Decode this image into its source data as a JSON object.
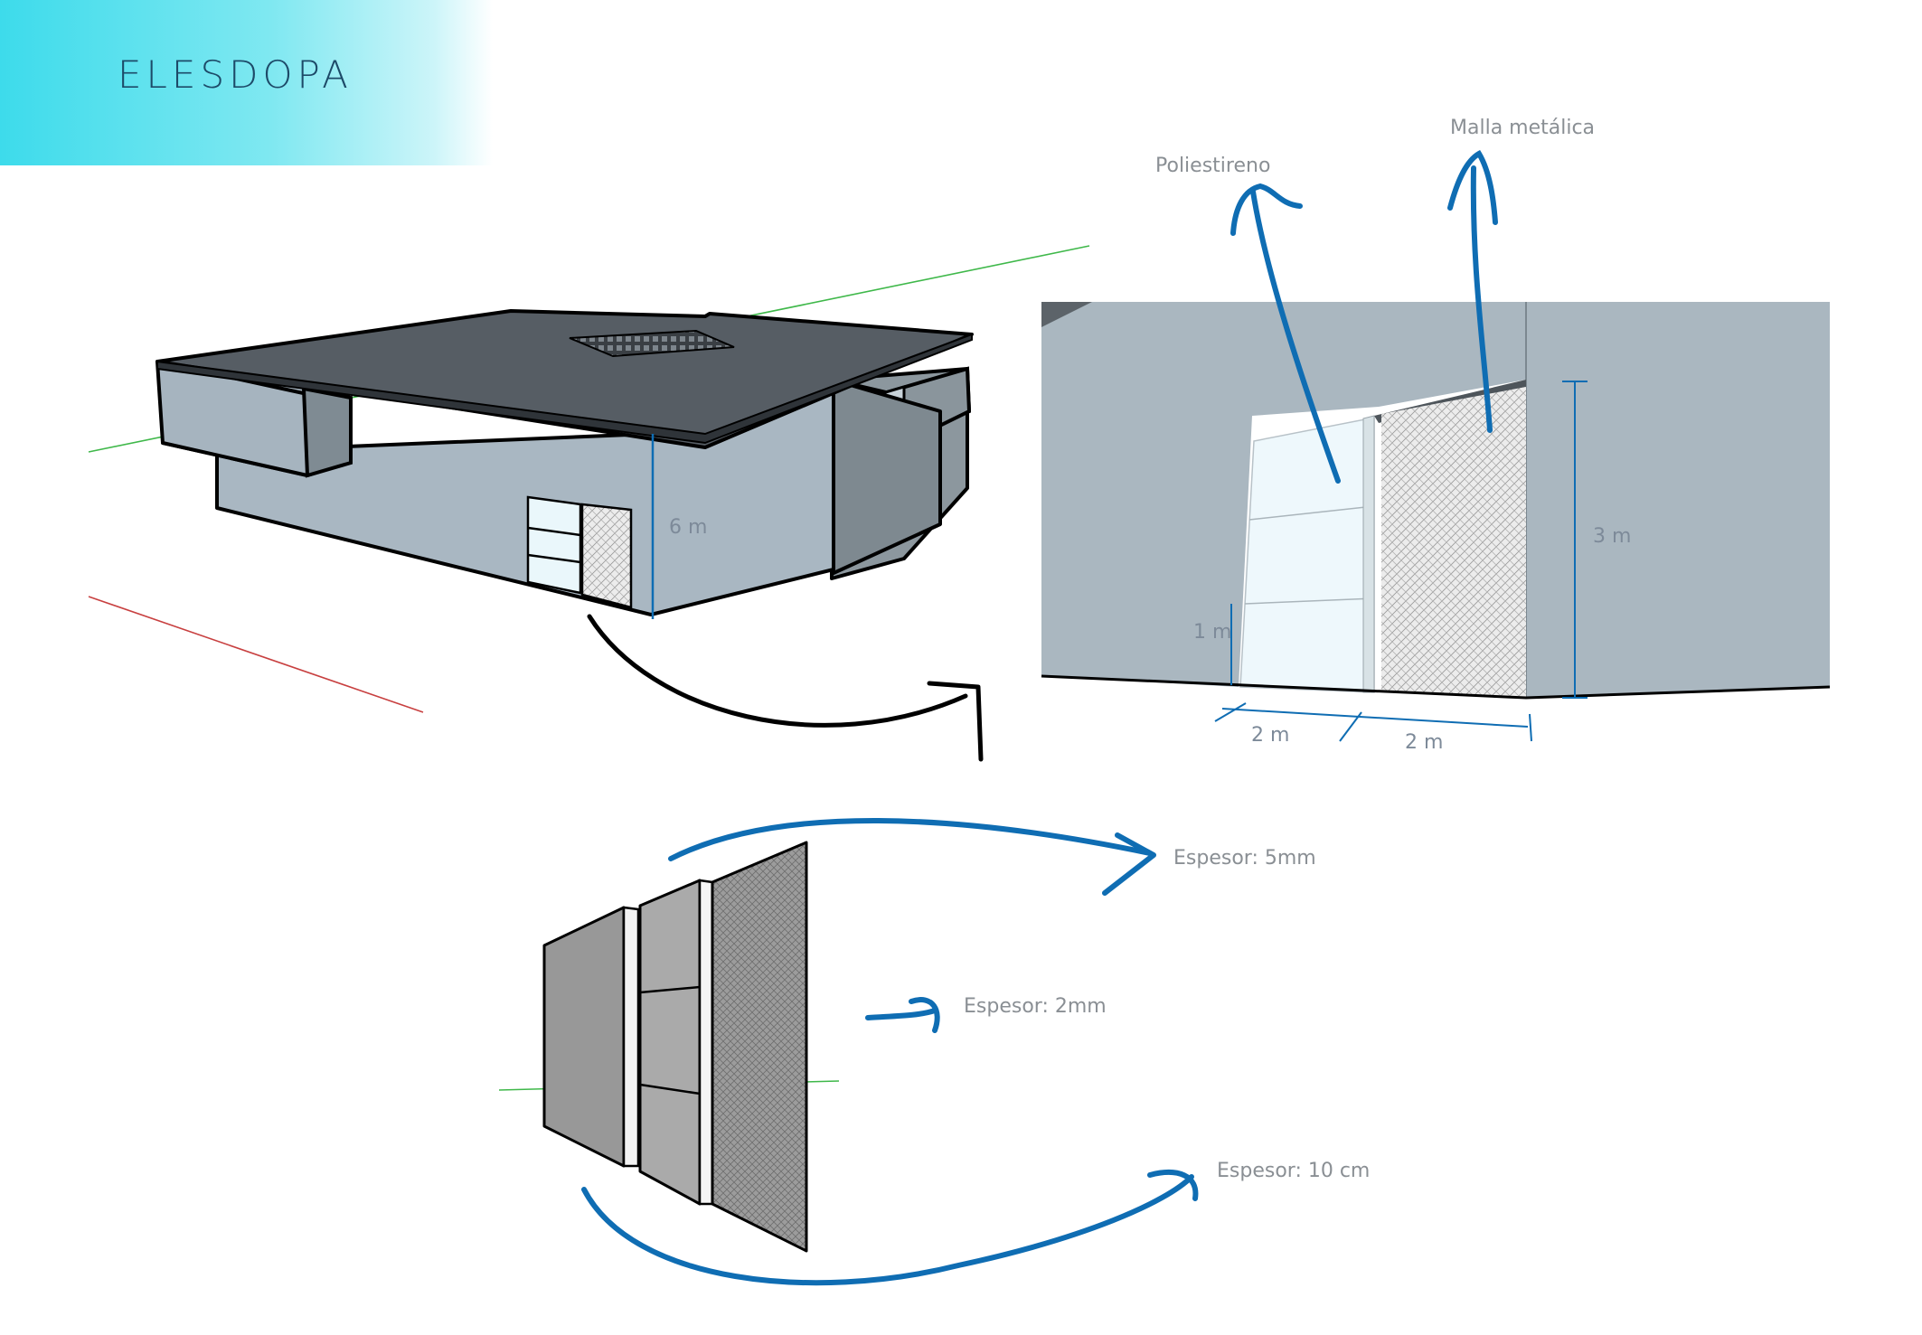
{
  "title": "ELESDOPA",
  "labels": {
    "height_6m": "6 m",
    "poliestireno": "Poliestireno",
    "malla": "Malla metálica",
    "height_3m": "3 m",
    "height_1m": "1 m",
    "width_2m_a": "2 m",
    "width_2m_b": "2 m",
    "espesor_5mm": "Espesor: 5mm",
    "espesor_2mm": "Espesor: 2mm",
    "espesor_10cm": "Espesor: 10 cm"
  },
  "colors": {
    "header_gradient_start": "#3ddbeb",
    "title_text": "#1d4a68",
    "annotation_blue": "#0f6db3",
    "roof": "#565d64",
    "wall": "#a9b7c2",
    "polystyrene": "#eef8fc",
    "axis_green": "#3fb84a",
    "axis_red": "#c84040"
  }
}
